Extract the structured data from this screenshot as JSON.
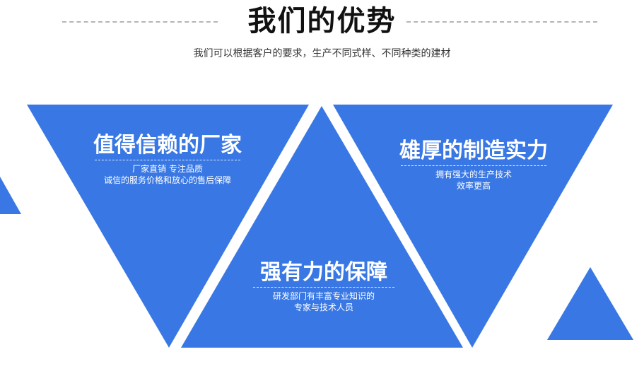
{
  "header": {
    "title": "我们的优势",
    "subtitle": "我们可以根据客户的要求，生产不同式样、不同种类的建材"
  },
  "features": [
    {
      "title": "值得信赖的厂家",
      "lines": [
        "厂家直销  专注品质",
        "诚信的服务价格和放心的售后保障"
      ]
    },
    {
      "title": "雄厚的制造实力",
      "lines": [
        "拥有强大的生产技术",
        "效率更高"
      ]
    },
    {
      "title": "强有力的保障",
      "lines": [
        "研发部门有丰富专业知识的",
        "专家与技术人员"
      ]
    }
  ],
  "colors": {
    "accent": "#3978e4",
    "title_text": "#111111",
    "feature_text": "#ffffff"
  }
}
